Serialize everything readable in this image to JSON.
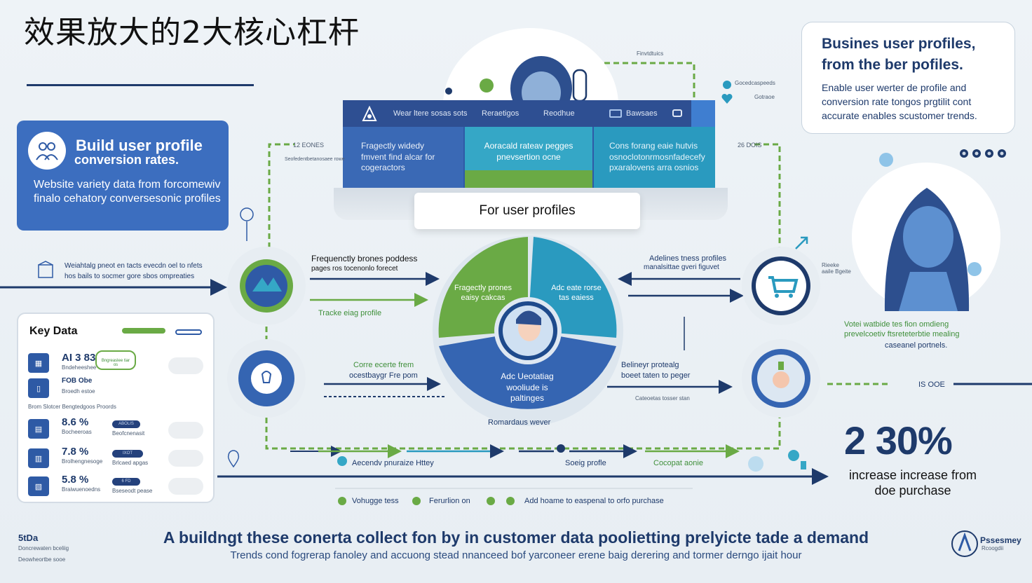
{
  "title": "效果放大的2大核心杠杆",
  "build_card": {
    "title_line1": "Build user profile",
    "title_line2": "conversion rates.",
    "body": "Website variety data from forcomewiv finalo cehatory conversesonic profiles"
  },
  "biz_card": {
    "title_line1": "Busines user profiles,",
    "title_line2": "from the ber pofiles.",
    "body_line1": "Enable user werter de profile and",
    "body_line2": "conversion rate tongos prgtilit cont",
    "body_line3": "accurate enables scustomer trends."
  },
  "browser": {
    "bar_items": [
      "Wear ltere sosas sots",
      "Reraetigos",
      "Reodhue",
      "Bawsaes"
    ],
    "col1": "Fragectly widedy fmvent find alcar for cogeractors",
    "col2": "Aoracald rateav pegges pnevsertion ocne",
    "col3": "Cons forang eaie hutvis osnoclotonrmosnfadecefy pxaralovens arra osnios"
  },
  "for_user_profiles": "For user profiles",
  "pie": {
    "left_text": "Fragectly prones eaisy cakcas",
    "right_text": "Adc eate rorse tas eaiess",
    "bottom_text": "Adc Ueotatiag wooliude is paltinges",
    "caption": "Romardaus wever"
  },
  "flow_labels": {
    "left_mid_line1": "Frequenctly brones poddess",
    "left_mid_line2": "pages ros tocenonlo forecet",
    "tracks": "Tracke eiag profile",
    "left_lower_line1": "Corre ecerte frem",
    "left_lower_line2": "ocestbaygr Fre pom",
    "right_top_line1": "Adelines tness profiles",
    "right_top_line2": "manalsittae gveri figuvet",
    "right_lower_line1": "Belineyr protealg",
    "right_lower_line2": "boeet taten to peger",
    "right_lower_caption": "Cateoetas tosser stan",
    "left_far_line1": "Weiahtalg pneot en tacts evecdn oel to nfets",
    "left_far_line2": "hos bails to socmer gore sbos ompreaties",
    "top_right_label1": "Gocedcaspeeds",
    "top_right_label2": "Gotraoe",
    "top_counter": "12 EONES",
    "top_counter_sub": "Seofedentbetanosaee rowe",
    "right_counter": "26 DOIS",
    "top_arrow_label": "Finvtdtuics",
    "woman_caption_line1": "Votei watbide tes fion omdieng",
    "woman_caption_line2": "prevelcoetiv ftsreteterbtie mealing",
    "woman_caption_line3": "caseanel portnels.",
    "right_small_label": "Rieeke aaile Bgeite",
    "arrow_right_label": "IS OOE"
  },
  "timeline": {
    "item1": "Aecendv pnuraize Httey",
    "item2": "Soeig profle",
    "item3": "Cocopat aonie",
    "legend": [
      "Vohugge tess",
      "Ferurlion on",
      "Add hoame to easpenal to orfo purchase"
    ],
    "legend_dots": [
      "#6aaa45",
      "#6aaa45",
      "#6aaa45"
    ]
  },
  "key_data": {
    "title": "Key Data",
    "rows": [
      {
        "value": "AI 3 83",
        "label": "Bndeheeshee",
        "pill": "Bngreaslee tiar os"
      },
      {
        "value": "FOB Obe",
        "label": "Broedh estoe",
        "pill": ""
      },
      {
        "value": "",
        "label": "Brom Slotcer Bengtedgoos Proords",
        "pill": ""
      },
      {
        "value": "8.6 %",
        "label": "Bocheeroas",
        "pill": "ABOLIS"
      },
      {
        "value": "7.8 %",
        "label": "Brolhengnesoge",
        "pill": "IXOT"
      },
      {
        "value": "5.8 %",
        "label": "Braiwuenoedns",
        "pill": "6 FD"
      }
    ],
    "row_extra": [
      "Beofcnenasit",
      "Brlcaed apgas",
      "Bseseodt pease"
    ]
  },
  "stat": {
    "value": "2 30%",
    "desc_line1": "increase increase from",
    "desc_line2": "doe purchase"
  },
  "bottom": {
    "headline": "A buildngt these conerta collect fon by in customer data poolietting prelyicte tade a demand",
    "sub": "Trends cond fogrerap fanoley and accuong stead nnanceed bof yarconeer erene baig derering and tormer derngo ijait hour"
  },
  "corner_left": {
    "line1": "5tDa",
    "line2": "Doncrewaten bceliig",
    "line3": "Deowheortbe sooe"
  },
  "corner_right": {
    "brand": "Pssesmey",
    "brand2": "Rcoogdii"
  },
  "colors": {
    "navy": "#1e3a6b",
    "blue": "#3c6ebf",
    "green": "#6aaa45",
    "teal": "#35a7c6"
  }
}
